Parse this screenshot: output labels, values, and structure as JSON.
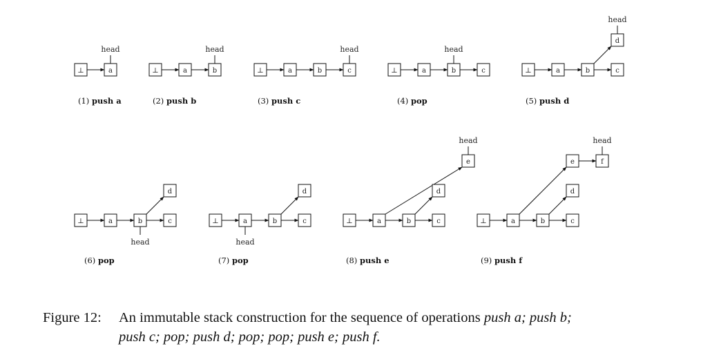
{
  "bottom_glyph": "⊥",
  "head_label": "head",
  "panels": [
    {
      "number": "(1)",
      "op": "push a",
      "nodes": [
        {
          "id": "n0",
          "label": "⊥"
        },
        {
          "id": "n1",
          "label": "a"
        }
      ],
      "edges": [
        [
          "n0",
          "n1"
        ]
      ],
      "head": {
        "node": "n1",
        "side": "top"
      }
    },
    {
      "number": "(2)",
      "op": "push b",
      "nodes": [
        {
          "id": "n0",
          "label": "⊥"
        },
        {
          "id": "n1",
          "label": "a"
        },
        {
          "id": "n2",
          "label": "b"
        }
      ],
      "edges": [
        [
          "n0",
          "n1"
        ],
        [
          "n1",
          "n2"
        ]
      ],
      "head": {
        "node": "n2",
        "side": "top"
      }
    },
    {
      "number": "(3)",
      "op": "push c",
      "nodes": [
        {
          "id": "n0",
          "label": "⊥"
        },
        {
          "id": "n1",
          "label": "a"
        },
        {
          "id": "n2",
          "label": "b"
        },
        {
          "id": "n3",
          "label": "c"
        }
      ],
      "edges": [
        [
          "n0",
          "n1"
        ],
        [
          "n1",
          "n2"
        ],
        [
          "n2",
          "n3"
        ]
      ],
      "head": {
        "node": "n3",
        "side": "top"
      }
    },
    {
      "number": "(4)",
      "op": "pop",
      "nodes": [
        {
          "id": "n0",
          "label": "⊥"
        },
        {
          "id": "n1",
          "label": "a"
        },
        {
          "id": "n2",
          "label": "b"
        },
        {
          "id": "n3",
          "label": "c"
        }
      ],
      "edges": [
        [
          "n0",
          "n1"
        ],
        [
          "n1",
          "n2"
        ],
        [
          "n2",
          "n3"
        ]
      ],
      "head": {
        "node": "n2",
        "side": "top"
      }
    },
    {
      "number": "(5)",
      "op": "push d",
      "nodes": [
        {
          "id": "n0",
          "label": "⊥"
        },
        {
          "id": "n1",
          "label": "a"
        },
        {
          "id": "n2",
          "label": "b"
        },
        {
          "id": "n3",
          "label": "c"
        },
        {
          "id": "n4",
          "label": "d"
        }
      ],
      "edges": [
        [
          "n0",
          "n1"
        ],
        [
          "n1",
          "n2"
        ],
        [
          "n2",
          "n3"
        ],
        [
          "n2",
          "n4"
        ]
      ],
      "head": {
        "node": "n4",
        "side": "top"
      }
    },
    {
      "number": "(6)",
      "op": "pop",
      "nodes": [
        {
          "id": "n0",
          "label": "⊥"
        },
        {
          "id": "n1",
          "label": "a"
        },
        {
          "id": "n2",
          "label": "b"
        },
        {
          "id": "n3",
          "label": "c"
        },
        {
          "id": "n4",
          "label": "d"
        }
      ],
      "edges": [
        [
          "n0",
          "n1"
        ],
        [
          "n1",
          "n2"
        ],
        [
          "n2",
          "n3"
        ],
        [
          "n2",
          "n4"
        ]
      ],
      "head": {
        "node": "n2",
        "side": "bottom"
      }
    },
    {
      "number": "(7)",
      "op": "pop",
      "nodes": [
        {
          "id": "n0",
          "label": "⊥"
        },
        {
          "id": "n1",
          "label": "a"
        },
        {
          "id": "n2",
          "label": "b"
        },
        {
          "id": "n3",
          "label": "c"
        },
        {
          "id": "n4",
          "label": "d"
        }
      ],
      "edges": [
        [
          "n0",
          "n1"
        ],
        [
          "n1",
          "n2"
        ],
        [
          "n2",
          "n3"
        ],
        [
          "n2",
          "n4"
        ]
      ],
      "head": {
        "node": "n1",
        "side": "bottom"
      }
    },
    {
      "number": "(8)",
      "op": "push e",
      "nodes": [
        {
          "id": "n0",
          "label": "⊥"
        },
        {
          "id": "n1",
          "label": "a"
        },
        {
          "id": "n2",
          "label": "b"
        },
        {
          "id": "n3",
          "label": "c"
        },
        {
          "id": "n4",
          "label": "d"
        },
        {
          "id": "n5",
          "label": "e"
        }
      ],
      "edges": [
        [
          "n0",
          "n1"
        ],
        [
          "n1",
          "n2"
        ],
        [
          "n2",
          "n3"
        ],
        [
          "n2",
          "n4"
        ],
        [
          "n1",
          "n5"
        ]
      ],
      "head": {
        "node": "n5",
        "side": "top"
      }
    },
    {
      "number": "(9)",
      "op": "push f",
      "nodes": [
        {
          "id": "n0",
          "label": "⊥"
        },
        {
          "id": "n1",
          "label": "a"
        },
        {
          "id": "n2",
          "label": "b"
        },
        {
          "id": "n3",
          "label": "c"
        },
        {
          "id": "n4",
          "label": "d"
        },
        {
          "id": "n5",
          "label": "e"
        },
        {
          "id": "n6",
          "label": "f"
        }
      ],
      "edges": [
        [
          "n0",
          "n1"
        ],
        [
          "n1",
          "n2"
        ],
        [
          "n2",
          "n3"
        ],
        [
          "n2",
          "n4"
        ],
        [
          "n1",
          "n5"
        ],
        [
          "n5",
          "n6"
        ]
      ],
      "head": {
        "node": "n6",
        "side": "top"
      }
    }
  ],
  "caption": {
    "label": "Figure 12:",
    "text": "An immutable stack construction for the sequence of operations",
    "sequence_line1": "push a; push b;",
    "sequence_line2": "push c; pop; push d; pop; pop; push e; push f."
  }
}
